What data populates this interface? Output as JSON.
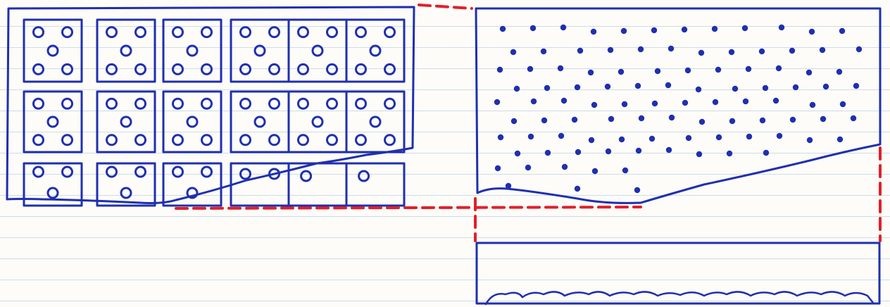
{
  "drawing": {
    "ink_color": "#1f2fb0",
    "dash_color": "#e0202a",
    "paper_color": "#fdfcf8",
    "rule_color": "#96b4dc"
  },
  "die_faces": [
    [
      5,
      5,
      5,
      5,
      5,
      5
    ],
    [
      5,
      5,
      5,
      5,
      5,
      5
    ],
    [
      3,
      3,
      3,
      2,
      1,
      1
    ]
  ]
}
